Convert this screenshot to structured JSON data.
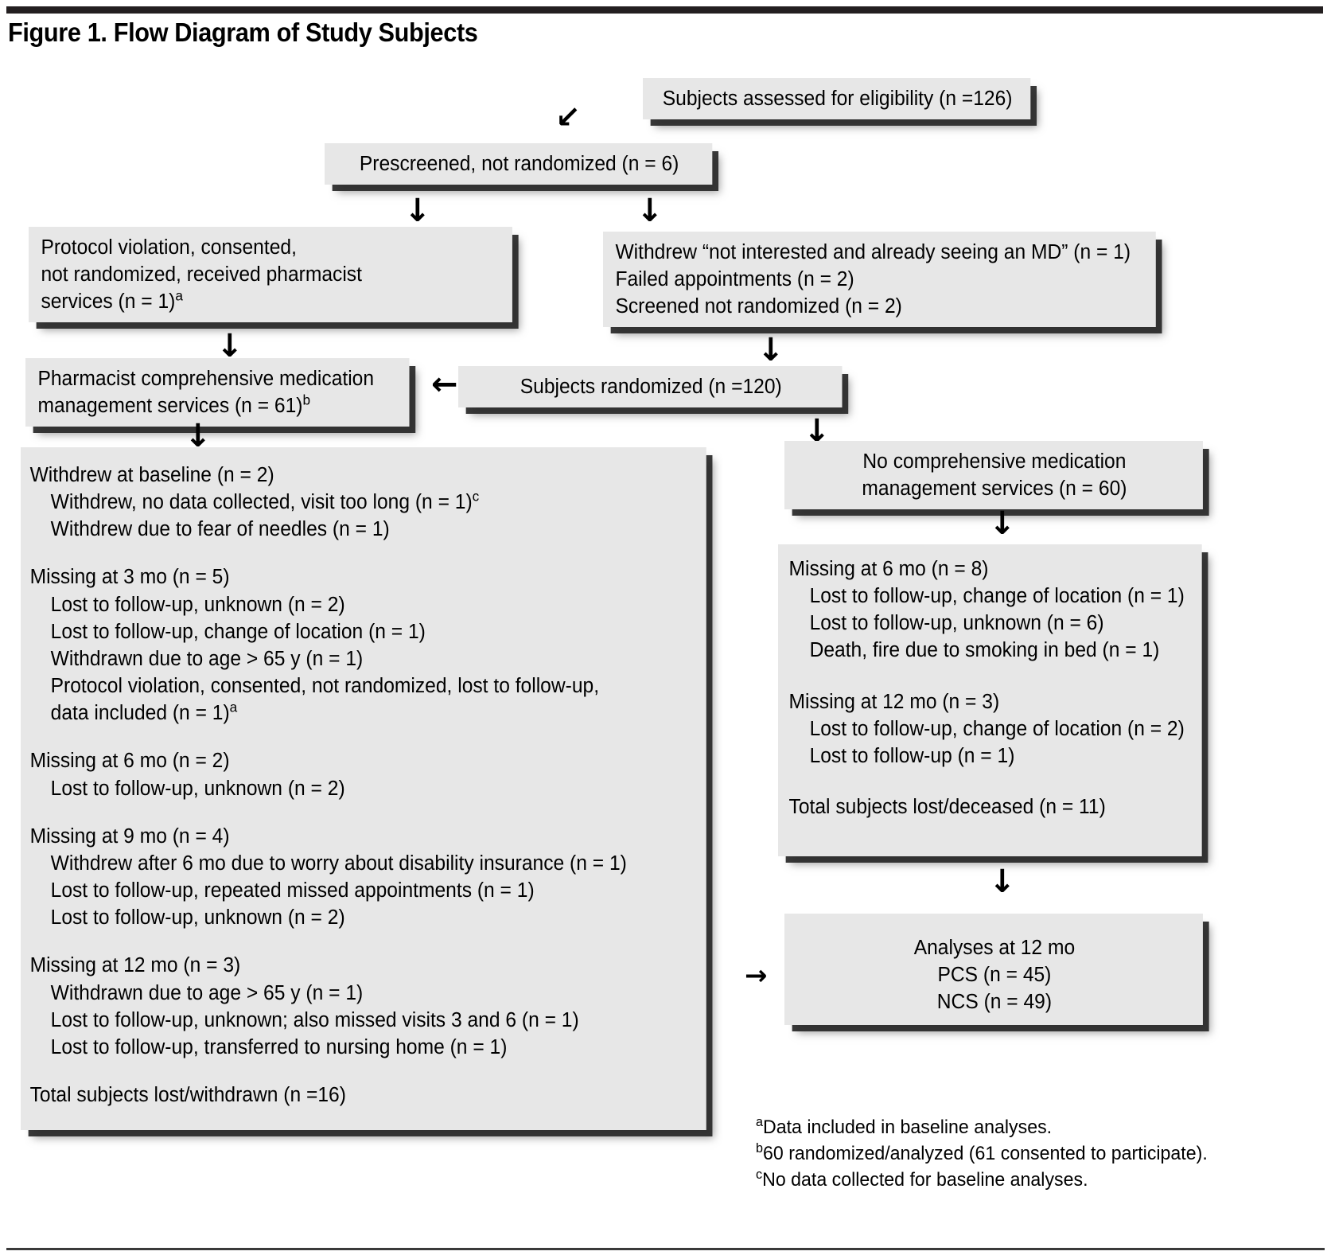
{
  "figure": {
    "title": "Figure 1. Flow Diagram of Study Subjects"
  },
  "boxes": {
    "assessed": {
      "name": "subjects-assessed-box",
      "lines": [
        "Subjects assessed for eligibility (n =126)"
      ]
    },
    "prescreened": {
      "name": "prescreened-box",
      "lines": [
        "Prescreened, not randomized (n = 6)"
      ]
    },
    "protocol_violation": {
      "name": "protocol-violation-box",
      "lines": [
        "Protocol violation, consented,",
        "not randomized, received pharmacist",
        "services (n = 1)"
      ],
      "superscript": "a"
    },
    "withdrew_reasons": {
      "name": "withdrew-reasons-box",
      "lines": [
        "Withdrew “not interested and already seeing an MD” (n = 1)",
        "Failed appointments (n = 2)",
        "Screened not randomized (n = 2)"
      ]
    },
    "pharmacist_cmm": {
      "name": "pharmacist-cmm-box",
      "lines": [
        "Pharmacist comprehensive medication",
        "management services (n = 61)"
      ],
      "superscript": "b"
    },
    "randomized": {
      "name": "subjects-randomized-box",
      "lines": [
        "Subjects randomized (n =120)"
      ]
    },
    "no_cmm": {
      "name": "no-cmm-box",
      "lines": [
        "No comprehensive medication",
        "management services (n = 60)"
      ]
    },
    "intervention_losses": {
      "name": "intervention-losses-box",
      "groups": [
        {
          "heading": "Withdrew at baseline (n = 2)",
          "items": [
            {
              "text": "Withdrew, no data collected, visit too long (n = 1)",
              "superscript": "c"
            },
            {
              "text": "Withdrew due to fear of needles (n = 1)"
            }
          ]
        },
        {
          "heading": "Missing at 3 mo (n = 5)",
          "items": [
            {
              "text": "Lost to follow-up, unknown (n = 2)"
            },
            {
              "text": "Lost to follow-up, change of location (n = 1)"
            },
            {
              "text": "Withdrawn due to age > 65 y (n = 1)"
            },
            {
              "text": "Protocol violation, consented, not randomized, lost to follow-up,",
              "outdent": true
            },
            {
              "text": "data included (n = 1)",
              "superscript": "a",
              "outdent": true
            }
          ]
        },
        {
          "heading": "Missing at 6 mo (n = 2)",
          "items": [
            {
              "text": "Lost to follow-up, unknown (n = 2)"
            }
          ]
        },
        {
          "heading": "Missing at 9 mo (n = 4)",
          "items": [
            {
              "text": "Withdrew after 6 mo due to worry about disability insurance (n = 1)"
            },
            {
              "text": "Lost to follow-up, repeated missed appointments (n = 1)"
            },
            {
              "text": "Lost to follow-up, unknown (n = 2)"
            }
          ]
        },
        {
          "heading": "Missing at 12 mo (n = 3)",
          "items": [
            {
              "text": "Withdrawn due to age > 65 y (n = 1)"
            },
            {
              "text": "Lost to follow-up, unknown; also missed visits 3 and 6 (n = 1)"
            },
            {
              "text": "Lost to follow-up, transferred to nursing home (n = 1)"
            }
          ]
        }
      ],
      "total": "Total subjects lost/withdrawn (n =16)"
    },
    "control_losses": {
      "name": "control-losses-box",
      "groups": [
        {
          "heading": "Missing at 6 mo (n = 8)",
          "items": [
            {
              "text": "Lost to follow-up, change of location (n = 1)"
            },
            {
              "text": "Lost to follow-up, unknown (n = 6)"
            },
            {
              "text": "Death, fire due to smoking in bed (n = 1)"
            }
          ]
        },
        {
          "heading": "Missing at 12 mo (n = 3)",
          "items": [
            {
              "text": "Lost to follow-up, change of location (n = 2)"
            },
            {
              "text": "Lost to follow-up (n = 1)"
            }
          ]
        }
      ],
      "total": "Total subjects lost/deceased (n = 11)"
    },
    "analyses": {
      "name": "analyses-box",
      "lines": [
        "Analyses at 12 mo",
        "PCS (n = 45)",
        "NCS (n = 49)"
      ]
    }
  },
  "arrows": {
    "diag_to_prescreened": "↙",
    "down_to_protocol": "↓",
    "down_to_withdrew": "↓",
    "down_to_pharmacist": "↓",
    "down_to_randomized": "↓",
    "left_to_pharmacist": "←",
    "down_to_intervention": "↓",
    "down_to_nocmm": "↓",
    "down_to_control_losses": "↓",
    "down_to_analyses": "↓",
    "right_to_analyses": "→"
  },
  "footnotes": [
    {
      "marker": "a",
      "text": "Data included in baseline analyses."
    },
    {
      "marker": "b",
      "text": "60 randomized/analyzed (61 consented to participate)."
    },
    {
      "marker": "c",
      "text": "No data collected for baseline analyses."
    }
  ],
  "colors": {
    "box_fill": "#e7e7e7",
    "shadow": "#282828",
    "rule": "#231f20",
    "text": "#000000"
  }
}
